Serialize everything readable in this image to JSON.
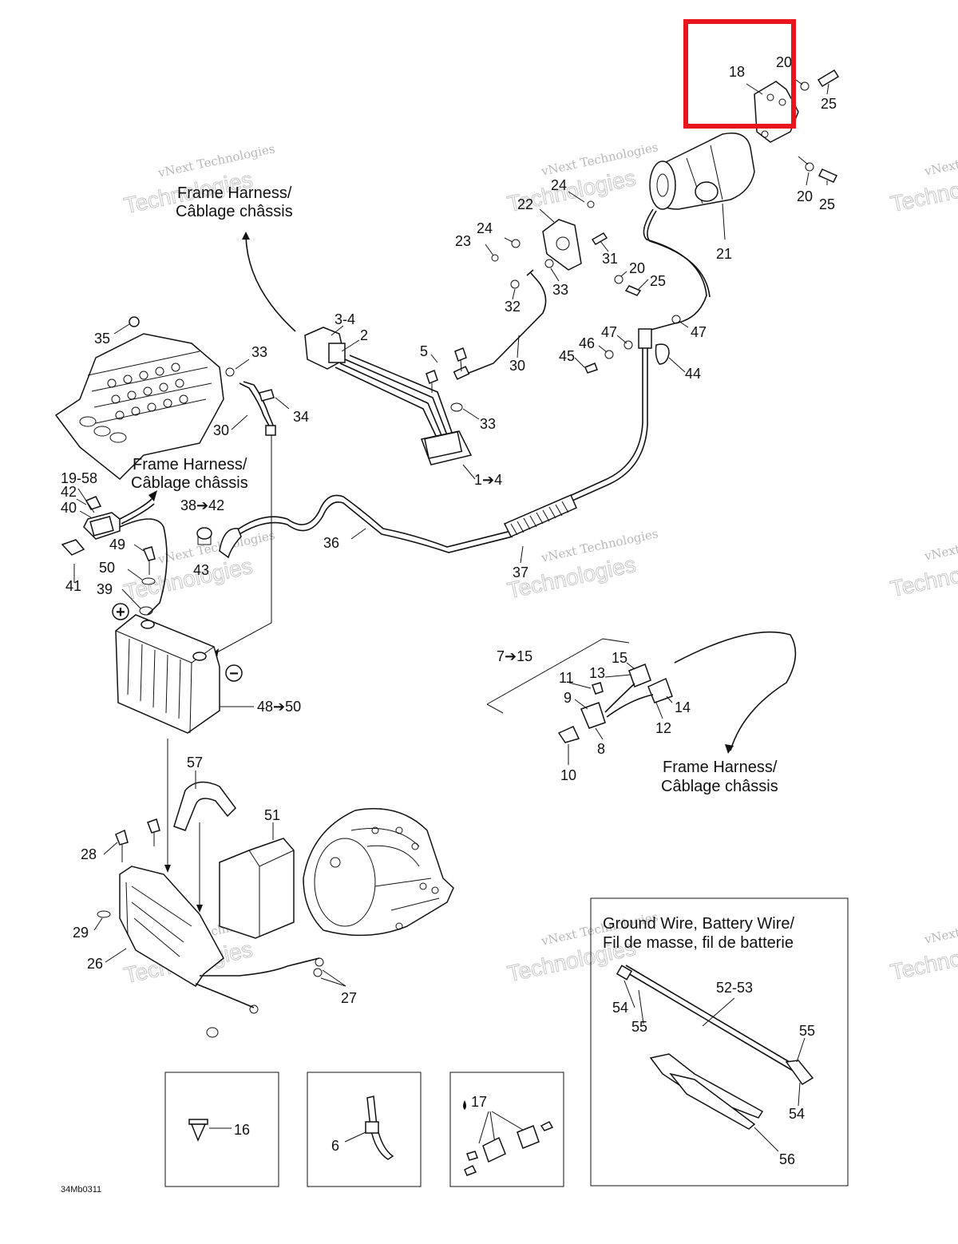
{
  "captions": {
    "frame_harness_top": [
      "Frame Harness/",
      "Câblage châssis"
    ],
    "frame_harness_left": [
      "Frame Harness/",
      "Câblage châssis"
    ],
    "frame_harness_right": [
      "Frame Harness/",
      "Câblage châssis"
    ],
    "ground_wire_box": [
      "Ground Wire, Battery Wire/",
      "Fil de masse, fil de batterie"
    ]
  },
  "callouts": {
    "c18": "18",
    "c20a": "20",
    "c25a": "25",
    "c20b": "20",
    "c25b": "25",
    "c21": "21",
    "c24a": "24",
    "c22": "22",
    "c24b": "24",
    "c23": "23",
    "c31": "31",
    "c20c": "20",
    "c25c": "25",
    "c33a": "33",
    "c32": "32",
    "c3_4": "3-4",
    "c2": "2",
    "c35": "35",
    "c33b": "33",
    "c34": "34",
    "c30a": "30",
    "c5": "5",
    "c30b": "30",
    "c33c": "33",
    "c1_4": "1➔4",
    "c47a": "47",
    "c47b": "47",
    "c46": "46",
    "c45": "45",
    "c44": "44",
    "c19_58": "19-58",
    "c42": "42",
    "c40": "40",
    "c38_42": "38➔42",
    "c49": "49",
    "c43": "43",
    "c36": "36",
    "c37": "37",
    "c50": "50",
    "c39": "39",
    "c41": "41",
    "c48_50": "48➔50",
    "c7_15": "7➔15",
    "c15": "15",
    "c13": "13",
    "c11": "11",
    "c9": "9",
    "c14": "14",
    "c12": "12",
    "c8": "8",
    "c10": "10",
    "c57": "57",
    "c51": "51",
    "c28": "28",
    "c29": "29",
    "c26": "26",
    "c27": "27",
    "c16": "16",
    "c6": "6",
    "c17": "17",
    "c52_53": "52-53",
    "c54a": "54",
    "c55a": "55",
    "c55b": "55",
    "c54b": "54",
    "c56": "56"
  },
  "symbols": {
    "plus": "+",
    "minus": "−"
  },
  "watermark": {
    "line1": "vNext Technologies",
    "line2": "Technologies"
  },
  "drawing_code": "34Mb0311",
  "highlight_color": "#e8141e"
}
